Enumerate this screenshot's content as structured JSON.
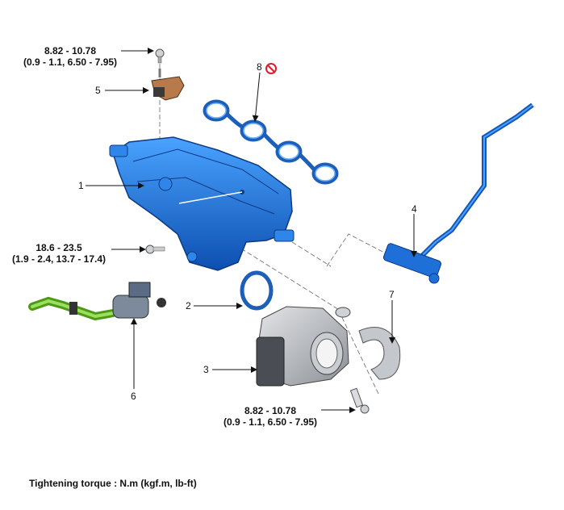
{
  "callouts": {
    "c1": "1",
    "c2": "2",
    "c3": "3",
    "c4": "4",
    "c5": "5",
    "c6": "6",
    "c7": "7",
    "c8": "8"
  },
  "torque": {
    "t5_line1": "8.82 - 10.78",
    "t5_line2": "(0.9 - 1.1, 6.50 - 7.95)",
    "t1_line1": "18.6 - 23.5",
    "t1_line2": "(1.9 - 2.4, 13.7 - 17.4)",
    "t3_line1": "8.82 - 10.78",
    "t3_line2": "(0.9 - 1.1, 6.50 - 7.95)"
  },
  "footer": "Tightening torque : N.m (kgf.m, lb-ft)",
  "icons": {
    "gasket_8": "no-reuse-icon"
  },
  "colors": {
    "manifold": "#1e6fd8",
    "manifold_dark": "#0d3f8c",
    "gasket": "#2a7ad6",
    "hose_green": "#6fbf2a",
    "throttle_gray": "#b9bcc0",
    "no_reuse_red": "#d8202a"
  }
}
